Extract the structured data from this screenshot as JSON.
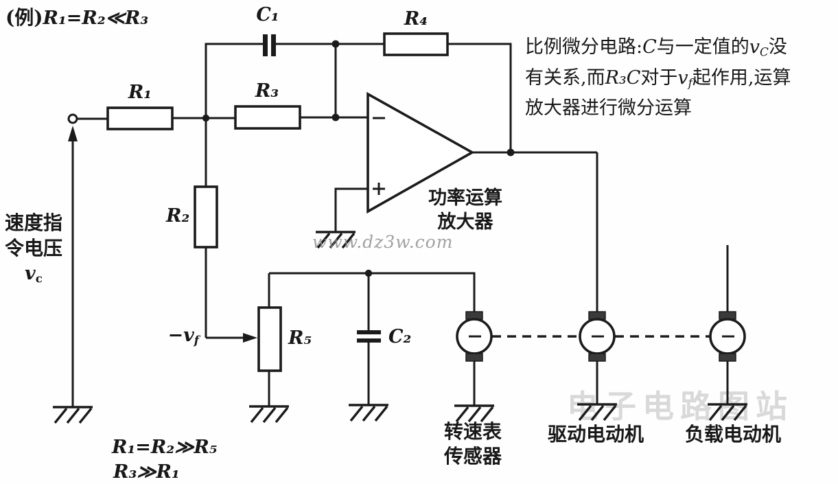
{
  "title": {
    "prefix": "(例)",
    "formula": "R₁=R₂≪R₃"
  },
  "components": {
    "r1": "R₁",
    "r2": "R₂",
    "r3": "R₃",
    "r4": "R₄",
    "r5": "R₅",
    "c1": "C₁",
    "c2": "C₂"
  },
  "opamp": {
    "name_line1": "功率运算",
    "name_line2": "放大器",
    "minus_icon": "−",
    "plus_icon": "+"
  },
  "input_label": {
    "line1": "速度指",
    "line2": "令电压",
    "v": "v",
    "v_sub": "c"
  },
  "feedback_label": {
    "base": "−v",
    "sub": "f"
  },
  "note": {
    "l1a": "比例微分电路:",
    "l1b": "C",
    "l1c": "与一定值的",
    "l1d": "v",
    "l1e": "C",
    "l1f": "没",
    "l2a": "有关系,而",
    "l2b": "R₃C",
    "l2c": "对于",
    "l2d": "v",
    "l2e": "f",
    "l2f": "起作用,运算",
    "l3": "放大器进行微分运算"
  },
  "formulas": {
    "f1": "R₁=R₂≫R₅",
    "f2": "R₃≫R₁"
  },
  "motor_labels": {
    "tach_line1": "转速表",
    "tach_line2": "传感器",
    "drive": "驱动电动机",
    "load": "负载电动机"
  },
  "watermarks": {
    "wm1": "www.dz3w.com",
    "wm2": "电子电路图站"
  },
  "colors": {
    "ink": "#1b1b1b",
    "watermark_gray": "#a8a8a8"
  }
}
